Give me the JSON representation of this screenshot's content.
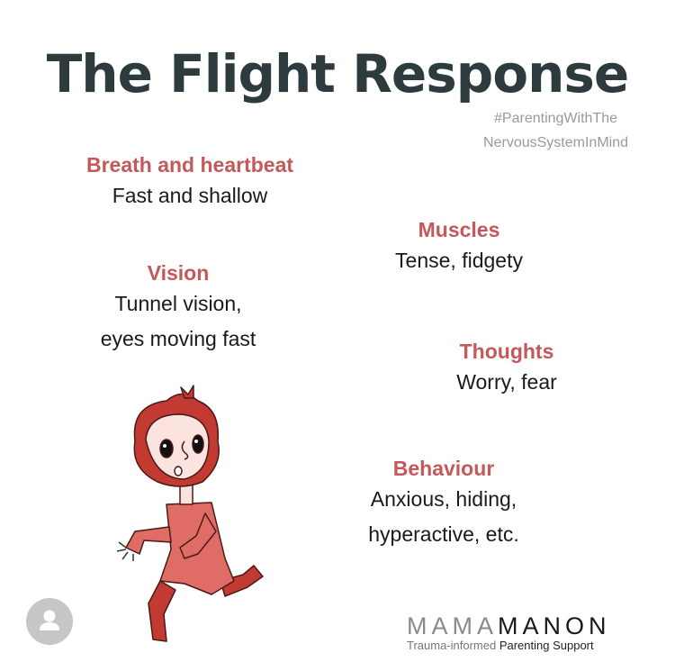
{
  "title": "The Flight Response",
  "hashtag": {
    "line1": "#ParentingWithThe",
    "line2": "NervousSystemInMind"
  },
  "sections": {
    "breath": {
      "heading": "Breath and heartbeat",
      "lines": [
        "Fast and shallow"
      ]
    },
    "muscles": {
      "heading": "Muscles",
      "lines": [
        "Tense, fidgety"
      ]
    },
    "vision": {
      "heading": "Vision",
      "lines": [
        "Tunnel vision,",
        "eyes moving fast"
      ]
    },
    "thoughts": {
      "heading": "Thoughts",
      "lines": [
        "Worry, fear"
      ]
    },
    "behaviour": {
      "heading": "Behaviour",
      "lines": [
        "Anxious, hiding,",
        "hyperactive, etc."
      ]
    }
  },
  "logo": {
    "name_light": "MAMA",
    "name_dark": "MANON",
    "tagline_light": "Trauma-informed ",
    "tagline_dark": "Parenting Support"
  },
  "colors": {
    "title": "#2d3a3e",
    "heading": "#c4585b",
    "figure": "#c9463f"
  }
}
